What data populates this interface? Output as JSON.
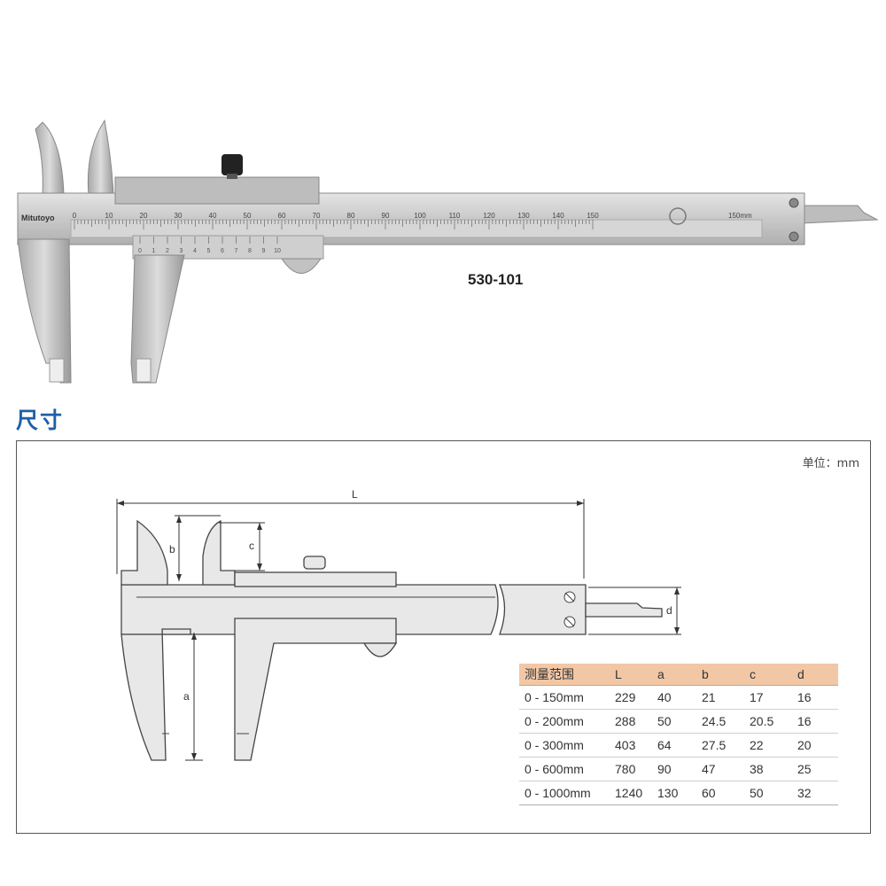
{
  "product": {
    "brand": "Mitutoyo",
    "model": "530-101",
    "main_scale_numbers": [
      "0",
      "10",
      "20",
      "30",
      "40",
      "50",
      "60",
      "70",
      "80",
      "90",
      "100",
      "110",
      "120",
      "130",
      "140",
      "150"
    ],
    "vernier_numbers": [
      "0",
      "1",
      "2",
      "3",
      "4",
      "5",
      "6",
      "7",
      "8",
      "9",
      "10"
    ],
    "scale_end_text": "150mm"
  },
  "section": {
    "title": "尺寸"
  },
  "drawing": {
    "unit_note": "单位：mm",
    "dim_labels": {
      "L": "L",
      "a": "a",
      "b": "b",
      "c": "c",
      "d": "d"
    }
  },
  "spec_table": {
    "headers": [
      "测量范围",
      "L",
      "a",
      "b",
      "c",
      "d"
    ],
    "rows": [
      [
        "0 - 150mm",
        "229",
        "40",
        "21",
        "17",
        "16"
      ],
      [
        "0 - 200mm",
        "288",
        "50",
        "24.5",
        "20.5",
        "16"
      ],
      [
        "0 - 300mm",
        "403",
        "64",
        "27.5",
        "22",
        "20"
      ],
      [
        "0 - 600mm",
        "780",
        "90",
        "47",
        "38",
        "25"
      ],
      [
        "0 - 1000mm",
        "1240",
        "130",
        "60",
        "50",
        "32"
      ]
    ]
  },
  "colors": {
    "title_blue": "#1f5fa8",
    "table_header_bg": "#f2c7a6",
    "steel": "#c8c8c8"
  }
}
